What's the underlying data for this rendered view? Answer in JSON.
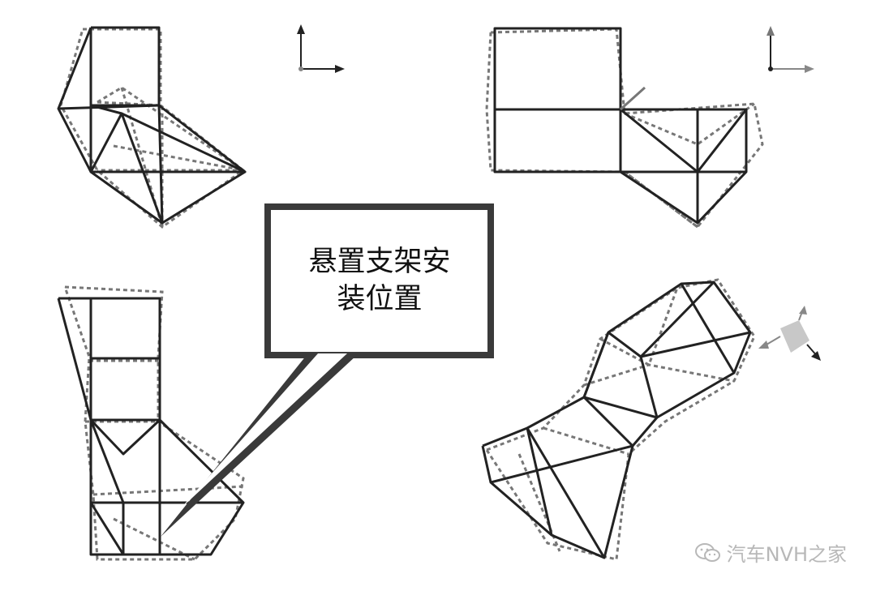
{
  "callout": {
    "line1": "悬置支架安",
    "line2": "装位置"
  },
  "watermark": {
    "text": "汽车NVH之家",
    "icon": "wechat-logo-icon"
  },
  "colors": {
    "solid_line": "#222222",
    "dashed_line": "#777777",
    "callout_border": "#3a3a3a",
    "watermark": "#b8b8b8"
  }
}
